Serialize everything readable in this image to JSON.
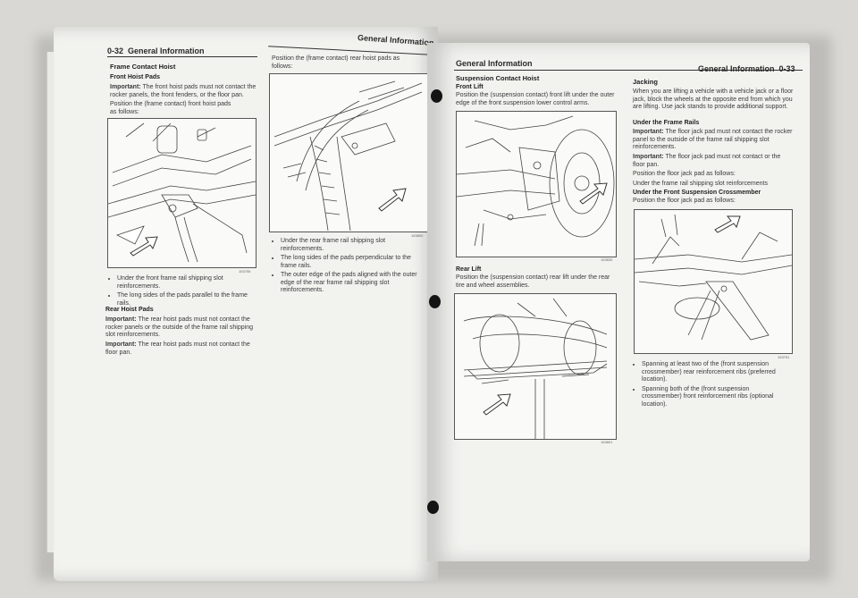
{
  "left_page": {
    "page_number": "0-32",
    "header_title": "General Information",
    "running_title": "General Information",
    "col1": {
      "section_heading": "Frame Contact Hoist",
      "subheading_front": "Front Hoist Pads",
      "important_label_1": "Important:",
      "important_text_1": "The front hoist pads must not contact the rocker panels, the front fenders, or the floor pan.",
      "position_text": "Position the (frame contact) front hoist pads as follows:",
      "fig1_number": "153755",
      "bullets": [
        "Under the front frame rail shipping slot reinforcements.",
        "The long sides of the pads parallel to the frame rails."
      ],
      "subheading_rear": "Rear Hoist Pads",
      "important_label_2": "Important:",
      "important_text_2": "The rear hoist pads must not contact the rocker panels or the outside of the frame rail shipping slot reinforcements.",
      "important_label_3": "Important:",
      "important_text_3": "The rear hoist pads must not contact the floor pan."
    },
    "col2": {
      "intro": "Position the (frame contact) rear hoist pads as follows:",
      "fig2_number": "153800",
      "bullets": [
        "Under the rear frame rail shipping slot reinforcements.",
        "The long sides of the pads perpendicular to the frame rails.",
        "The outer edge of the pads aligned with the outer edge of the rear frame rail shipping slot reinforcements."
      ]
    }
  },
  "right_page": {
    "page_number": "0-33",
    "header_title_left": "General Information",
    "header_title_right": "General Information",
    "col1": {
      "section_heading": "Suspension Contact Hoist",
      "front_lift_heading": "Front Lift",
      "front_lift_text": "Position the (suspension contact) front lift under the outer edge of the front suspension lower control arms.",
      "fig3_number": "153830",
      "rear_lift_heading": "Rear Lift",
      "rear_lift_text": "Position the (suspension contact) rear lift under the rear tire and wheel assemblies.",
      "fig4_number": "153801"
    },
    "col2": {
      "jacking_heading": "Jacking",
      "jacking_text": "When you are lifting a vehicle with a vehicle jack or a floor jack, block the wheels at the opposite end from which you are lifting. Use jack stands to provide additional support.",
      "under_frame_heading": "Under the Frame Rails",
      "important_label_1": "Important:",
      "important_text_1": "The floor jack pad must not contact the rocker panel to the outside of the frame rail shipping slot reinforcements.",
      "important_label_2": "Important:",
      "important_text_2": "The floor jack pad must not contact or the floor pan.",
      "position_text": "Position the floor jack pad as follows:",
      "under_slot_text": "Under the frame rail shipping slot reinforcements",
      "crossmember_heading": "Under the Front Suspension Crossmember",
      "crossmember_text": "Position the floor jack pad as follows:",
      "fig5_number": "153751",
      "bullets": [
        "Spanning at least two of the (front suspension crossmember) rear reinforcement ribs (preferred location).",
        "Spanning both of the (front suspension crossmember) front reinforcement ribs (optional location)."
      ]
    }
  }
}
